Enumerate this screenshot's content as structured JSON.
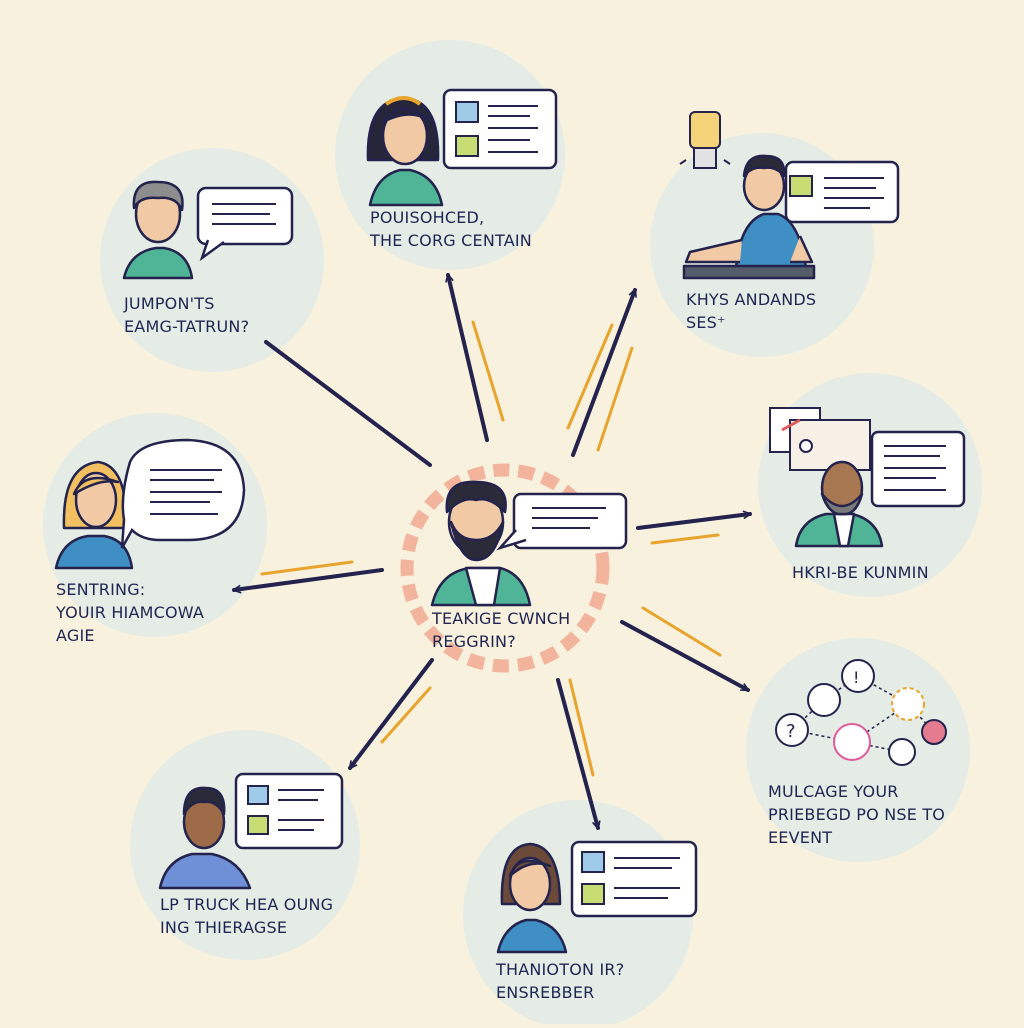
{
  "colors": {
    "background": "#f8f1de",
    "circle": "#e4ece5",
    "navy": "#23234e",
    "orange": "#e8a42c",
    "teal": "#4fb596",
    "blue": "#3f78b5",
    "salmon": "#f3b49d"
  },
  "center": {
    "label": [
      "TEAKIGE CWNCH",
      "REGGRIN?"
    ]
  },
  "nodes": [
    {
      "id": "top",
      "label": [
        "POUISOHCED,",
        "THE CORG CENTAIN"
      ],
      "icon": "woman-with-chat-card-icon"
    },
    {
      "id": "top-left",
      "label": [
        "JUMPON'TS",
        "EAMG-TATRUN?"
      ],
      "icon": "man-with-speech-bubble-icon"
    },
    {
      "id": "top-right",
      "label": [
        "KHYS ANDANDS",
        "SES⁺"
      ],
      "icon": "man-at-desk-with-lightbulb-icon"
    },
    {
      "id": "right",
      "label": [
        "HKRI-BE KUNMIN"
      ],
      "icon": "man-with-documents-icon"
    },
    {
      "id": "left",
      "label": [
        "SENTRING:",
        "YOUIR HIAMCOWA",
        "AGIE"
      ],
      "icon": "woman-with-speech-bubble-icon"
    },
    {
      "id": "bottom-right",
      "label": [
        "MULCAGE YOUR",
        "PRIEBEGD PO NSE TO",
        "EEVENT"
      ],
      "icon": "connected-icons-network-icon"
    },
    {
      "id": "bottom-left",
      "label": [
        "LP TRUCK HEA OUNG",
        "ING THIERAGSE"
      ],
      "icon": "man-with-chat-card-icon"
    },
    {
      "id": "bottom",
      "label": [
        "THANIOTON IR?",
        "ENSREBBER"
      ],
      "icon": "woman-with-chat-card-icon"
    }
  ]
}
